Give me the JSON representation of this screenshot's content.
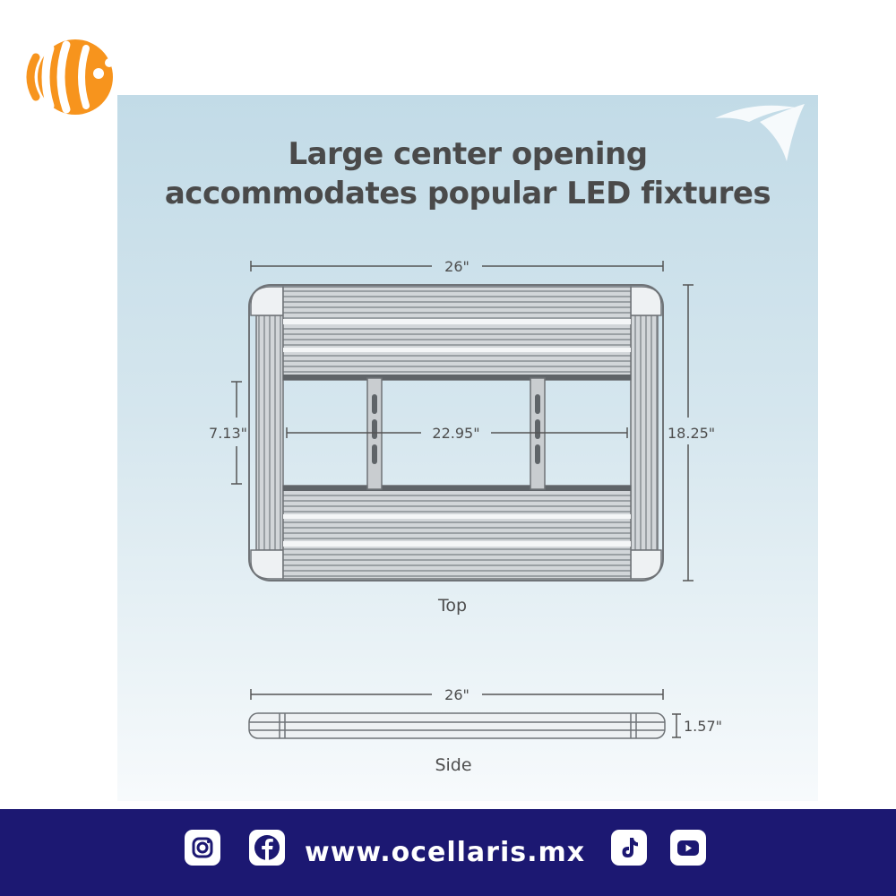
{
  "headline": {
    "line1": "Large center opening",
    "line2": "accommodates popular LED fixtures"
  },
  "dimensions": {
    "top_width": "26\"",
    "top_height": "18.25\"",
    "opening_width": "22.95\"",
    "opening_height": "7.13\"",
    "side_width": "26\"",
    "side_height": "1.57\""
  },
  "views": {
    "top": "Top",
    "side": "Side"
  },
  "footer": {
    "website": "www.ocellaris.mx",
    "icons": [
      "instagram-icon",
      "facebook-icon",
      "tiktok-icon",
      "youtube-icon"
    ],
    "background": "#1c1872"
  },
  "colors": {
    "brand_orange": "#f7941d",
    "panel_blue": "#c2dbe7",
    "frame_gray": "#8a8f93"
  }
}
